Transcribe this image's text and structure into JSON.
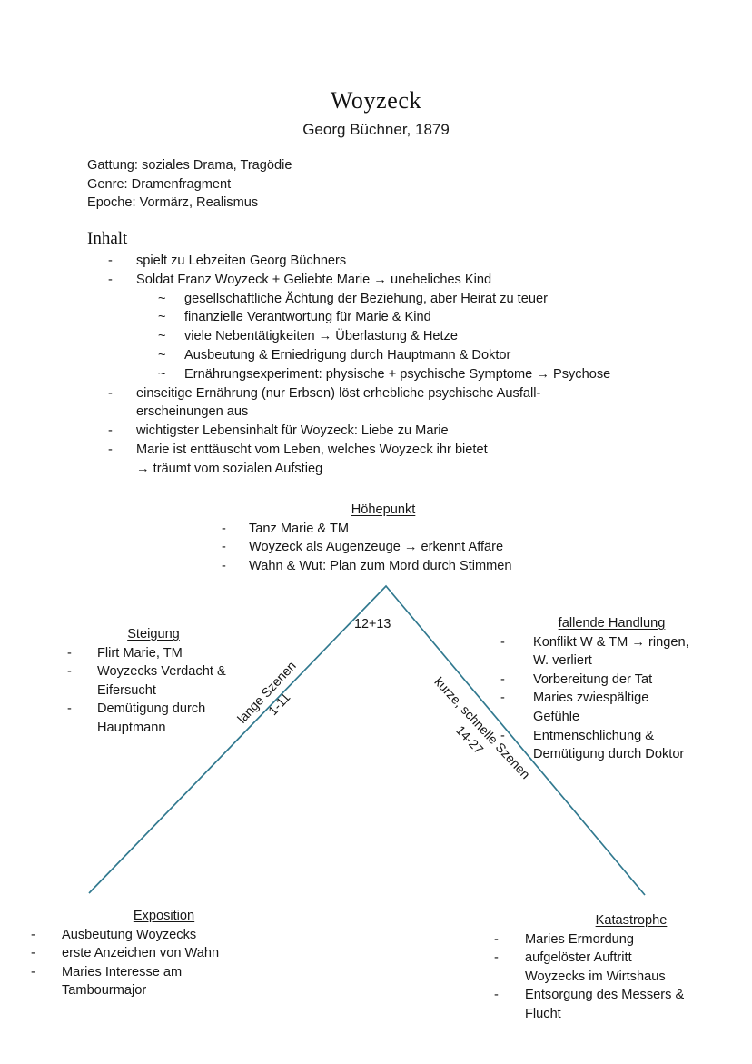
{
  "document": {
    "title": "Woyzeck",
    "subtitle": "Georg Büchner, 1879"
  },
  "meta": {
    "gattung": "Gattung: soziales Drama, Tragödie",
    "genre": "Genre: Dramenfragment",
    "epoche": "Epoche: Vormärz, Realismus"
  },
  "inhalt": {
    "heading": "Inhalt",
    "bullet_marker": "-",
    "sub_marker": "~",
    "items": [
      {
        "level": 1,
        "text": "spielt zu Lebzeiten Georg Büchners"
      },
      {
        "level": 1,
        "text": "Soldat Franz Woyzeck + Geliebte Marie → uneheliches Kind"
      },
      {
        "level": 2,
        "text": "gesellschaftliche Ächtung der Beziehung, aber Heirat zu teuer"
      },
      {
        "level": 2,
        "text": "finanzielle Verantwortung für Marie & Kind"
      },
      {
        "level": 2,
        "text": "viele Nebentätigkeiten → Überlastung & Hetze"
      },
      {
        "level": 2,
        "text": "Ausbeutung & Erniedrigung durch Hauptmann & Doktor"
      },
      {
        "level": 2,
        "text": "Ernährungsexperiment: physische + psychische Symptome → Psychose"
      },
      {
        "level": 1,
        "text": "einseitige Ernährung (nur Erbsen) löst erhebliche psychische Ausfall-"
      },
      {
        "level": 0,
        "text": "erscheinungen aus"
      },
      {
        "level": 1,
        "text": "wichtigster Lebensinhalt für Woyzeck: Liebe zu Marie"
      },
      {
        "level": 1,
        "text": "Marie ist enttäuscht vom Leben, welches Woyzeck ihr bietet"
      },
      {
        "level": 0,
        "text": "→ träumt vom sozialen Aufstieg"
      }
    ]
  },
  "diagram": {
    "line_color": "#31798f",
    "hoehepunkt": {
      "heading": "Höhepunkt",
      "items": [
        "Tanz Marie & TM",
        "Woyzeck als Augenzeuge → erkennt Affäre",
        "Wahn & Wut: Plan zum Mord durch Stimmen"
      ]
    },
    "steigung": {
      "heading": "Steigung",
      "items": [
        {
          "text": "Flirt Marie, TM",
          "cont": null
        },
        {
          "text": "Woyzecks Verdacht &",
          "cont": "Eifersucht"
        },
        {
          "text": "Demütigung durch",
          "cont": "Hauptmann"
        }
      ]
    },
    "fallende_handlung": {
      "heading": "fallende Handlung",
      "items": [
        {
          "text": "Konflikt W & TM → ringen,",
          "cont": "W. verliert"
        },
        {
          "text": "Vorbereitung der Tat",
          "cont": null
        },
        {
          "text": "Maries zwiespältige",
          "cont": "Gefühle"
        },
        {
          "text": "Entmenschlichung &",
          "cont": "Demütigung durch Doktor"
        }
      ]
    },
    "exposition": {
      "heading": "Exposition",
      "items": [
        {
          "text": "Ausbeutung Woyzecks",
          "cont": null
        },
        {
          "text": "erste Anzeichen von Wahn",
          "cont": null
        },
        {
          "text": "Maries Interesse am",
          "cont": "Tambourmajor"
        }
      ]
    },
    "katastrophe": {
      "heading": "Katastrophe",
      "items": [
        {
          "text": "Maries Ermordung",
          "cont": null
        },
        {
          "text": "aufgelöster Auftritt",
          "cont": "Woyzecks im Wirtshaus"
        },
        {
          "text": "Entsorgung des Messers &",
          "cont": "Flucht"
        }
      ]
    },
    "edge_labels": {
      "left_line1": "lange Szenen",
      "left_line2": "1-11",
      "right_line1": "kurze, schnelle Szenen",
      "right_line2": "14-27",
      "apex": "12+13"
    }
  }
}
